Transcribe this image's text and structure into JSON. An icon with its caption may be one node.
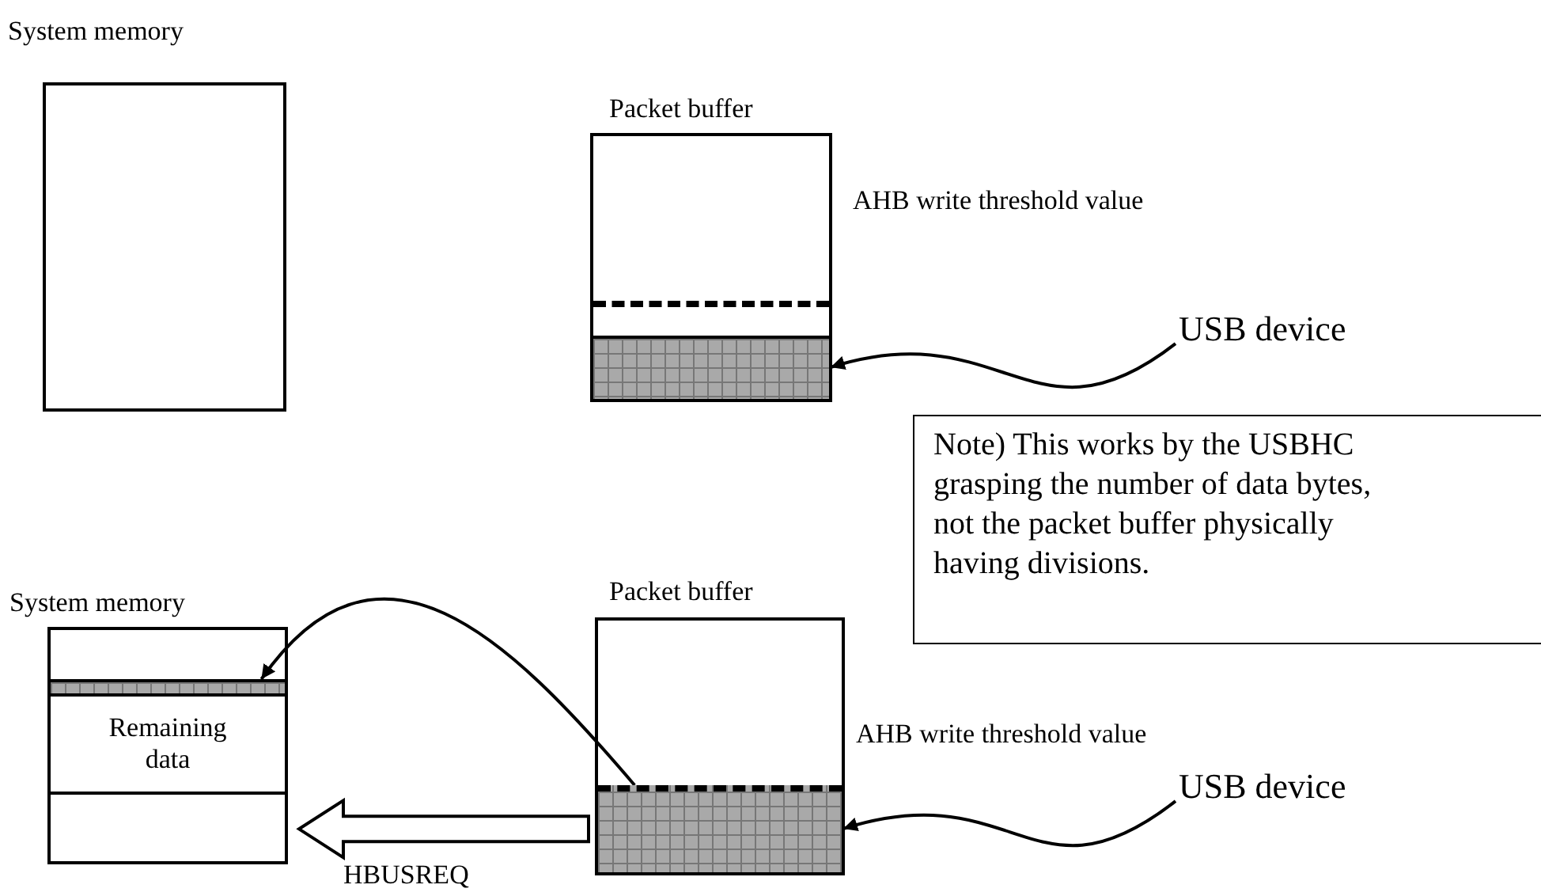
{
  "diagram": {
    "nodes": [
      {
        "text": [
          "System memory"
        ]
      },
      {
        "text": [
          "Packet buffer"
        ]
      },
      {
        "text": [],
        "shape": "bar",
        "in": 1
      },
      {
        "text": [
          "USB device"
        ]
      },
      {
        "text": [
          "Note) This works by the USBHC grasping the number of data bytes, not the packet buffer physically having divisions."
        ]
      },
      {
        "text": [
          "System memory"
        ]
      },
      {
        "text": [],
        "shape": "bar",
        "in": 5
      },
      {
        "text": [
          "Remaining data"
        ],
        "in": 5
      },
      {
        "text": [
          "Packet buffer"
        ]
      },
      {
        "text": [],
        "shape": "bar",
        "in": 8
      },
      {
        "text": [
          "USB device"
        ]
      }
    ],
    "edges": [
      {
        "from": 3,
        "to": 2,
        "arrow": "to"
      },
      {
        "from": 9,
        "to": 6,
        "arrow": "to"
      },
      {
        "from": 8,
        "to": 5,
        "arrow": "to",
        "style": "thick",
        "label": "HBUSREQ"
      },
      {
        "from": 10,
        "to": 9,
        "arrow": "to"
      }
    ],
    "labels": [
      "AHB write threshold value",
      "AHB write threshold value"
    ]
  }
}
